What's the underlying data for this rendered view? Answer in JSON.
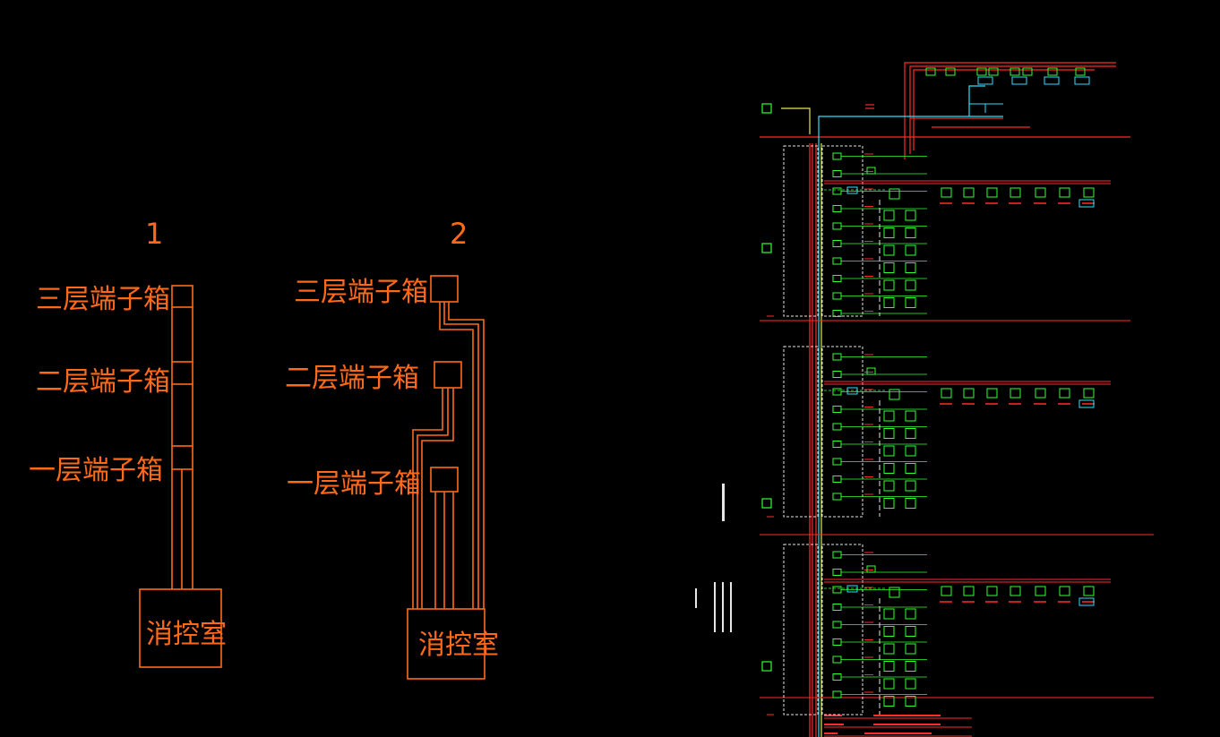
{
  "colors": {
    "background": "#000000",
    "orange": "#ff6a1a",
    "red": "#ff2a2a",
    "green": "#33ff33",
    "cyan": "#33ddff",
    "yellow": "#e8e84a",
    "white": "#e6e6e6"
  },
  "diagram1": {
    "number": "1",
    "labels": [
      "三层端子箱",
      "二层端子箱",
      "一层端子箱"
    ],
    "room": "消控室"
  },
  "diagram2": {
    "number": "2",
    "labels": [
      "三层端子箱",
      "二层端子箱",
      "一层端子箱"
    ],
    "room": "消控室"
  }
}
